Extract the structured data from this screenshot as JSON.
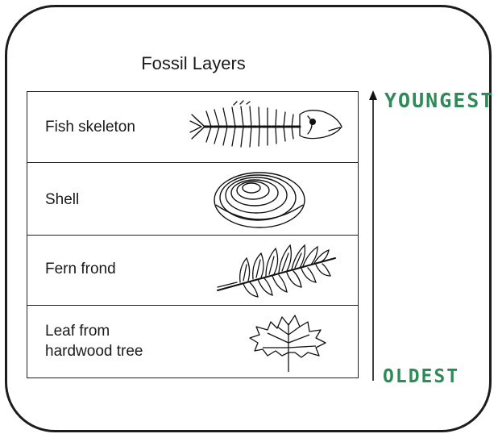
{
  "diagram": {
    "title": "Fossil Layers",
    "layers": [
      {
        "label": "Fish skeleton",
        "icon": "fish-skeleton-icon"
      },
      {
        "label": "Shell",
        "icon": "shell-icon"
      },
      {
        "label": "Fern frond",
        "icon": "fern-frond-icon"
      },
      {
        "label_line1": "Leaf from",
        "label_line2": "hardwood tree",
        "icon": "leaf-icon"
      }
    ],
    "arrow": {
      "top_label": "YOUNGEST",
      "bottom_label": "OLDEST",
      "color": "#2e8b57"
    }
  }
}
